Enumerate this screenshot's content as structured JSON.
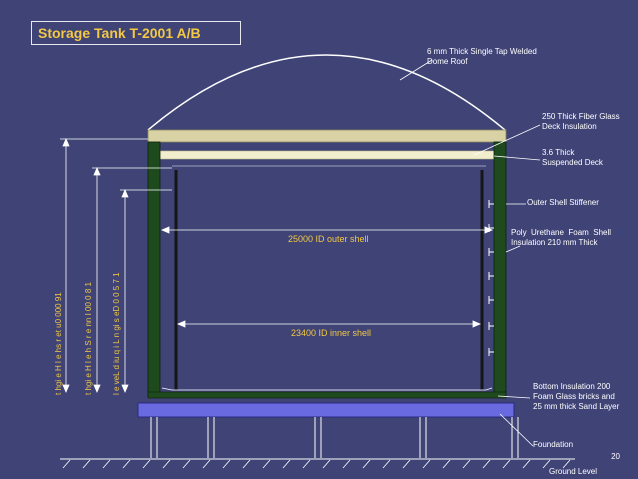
{
  "title": "Storage Tank T-2001 A/B",
  "labels": {
    "dome_roof": "6 mm Thick Single Tap Welded\nDome Roof",
    "deck_insulation": "250 Thick Fiber Glass\nDeck Insulation",
    "suspended_deck": "3.6 Thick\nSuspended Deck",
    "outer_stiffener": "Outer Shell Stiffener",
    "foam_insulation": "Poly  Urethane  Foam  Shell\nInsulation 210 mm Thick",
    "bottom_insulation": "Bottom Insulation 200\nFoam Glass bricks and\n25 mm thick Sand Layer",
    "foundation": "Foundation",
    "ground_level": "Ground Level"
  },
  "dimensions": {
    "outer_shell": "25000 ID outer shell",
    "inner_shell": "23400 ID inner shell",
    "outer_height": "t hgi e H l e hs r et u0 000 91",
    "inner_height": "t hgi e H l e h S r e nn I  00 0 8 1",
    "design_level": "l e veL d iu q i L n gi s eD 0 0 5 7 1"
  },
  "page_number": "20",
  "colors": {
    "background": "#3f4376",
    "accent": "#f3c844",
    "shell_green": "#1e4a1e",
    "foundation_blue": "#6a6ae0",
    "deck_tan": "#d8d2a4"
  }
}
